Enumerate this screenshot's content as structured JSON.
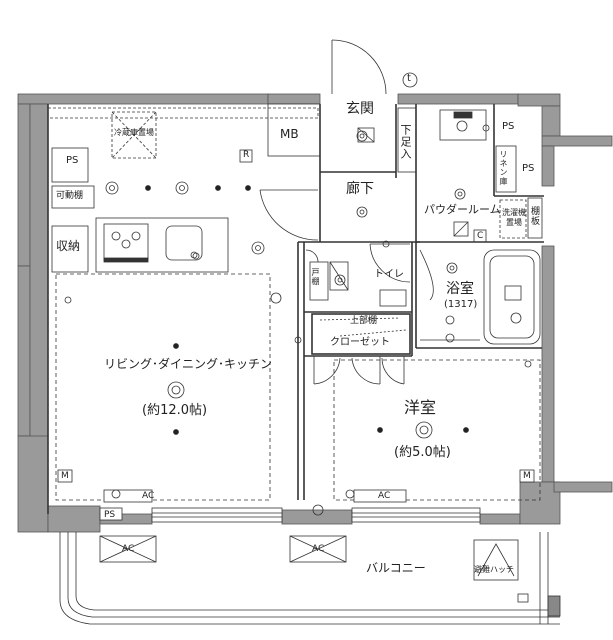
{
  "labels": {
    "genkan": "玄関",
    "shitabako": "下足入",
    "rouka": "廊下",
    "mb": "MB",
    "ps_top_left": "PS",
    "ps_right_top": "PS",
    "ps_right": "PS",
    "ps_bottom_left": "PS",
    "kadodana": "可動棚",
    "shuno": "収納",
    "reizoko": "冷蔵庫置場",
    "r_mark": "R",
    "c_mark": "C",
    "powder_room": "パウダールーム",
    "sentakuki": "洗濯機置場",
    "tanaita": "棚板",
    "linen": "リネン庫",
    "yokushitsu": "浴室",
    "yokushitsu_size": "(1317)",
    "toilet": "トイレ",
    "todana": "戸棚",
    "uwabudana": "上部棚",
    "closet": "クローゼット",
    "ldk": "リビング･ダイニング･キッチン",
    "ldk_size": "(約12.0帖)",
    "yoshitsu": "洋室",
    "yoshitsu_size": "(約5.0帖)",
    "ac1": "AC",
    "ac2": "AC",
    "ac3": "AC",
    "ac4": "AC",
    "balcony": "バルコニー",
    "hinan": "避難ハッチ",
    "m1": "M",
    "m2": "M",
    "t_mark": "t"
  }
}
